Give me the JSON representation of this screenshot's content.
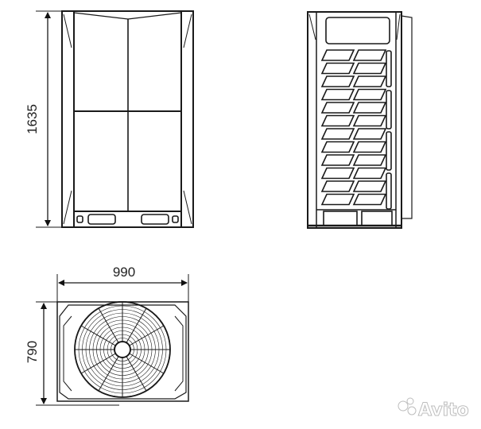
{
  "dimensions": {
    "height": "1635",
    "width": "990",
    "depth": "790"
  },
  "watermark": {
    "text": "Avito"
  },
  "colors": {
    "line": "#1a1a1a",
    "watermark": "#c8c8c8"
  }
}
